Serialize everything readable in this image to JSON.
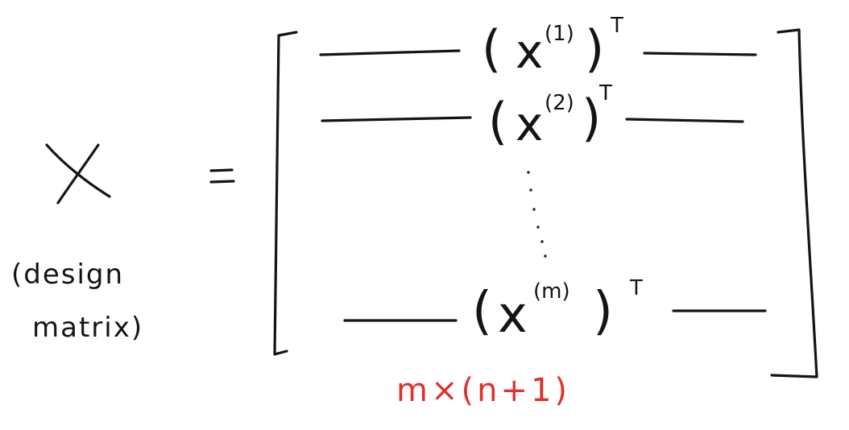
{
  "diagram": {
    "lhs_symbol": "X",
    "equals_sign": "=",
    "caption_line1": "(design",
    "caption_line2": "matrix)",
    "rows": [
      {
        "open_paren": "(",
        "symbol": "x",
        "superscript": "(1)",
        "close_paren": ")",
        "transpose": "T"
      },
      {
        "open_paren": "(",
        "symbol": "x",
        "superscript": "(2)",
        "close_paren": ")",
        "transpose": "T"
      },
      {
        "open_paren": "(",
        "symbol": "x",
        "superscript": "(m)",
        "close_paren": ")",
        "transpose": "T"
      }
    ],
    "dimension_label": "m×(n+1)",
    "colors": {
      "ink": "#141414",
      "dimension": "#e0312b",
      "background": "#ffffff"
    }
  }
}
